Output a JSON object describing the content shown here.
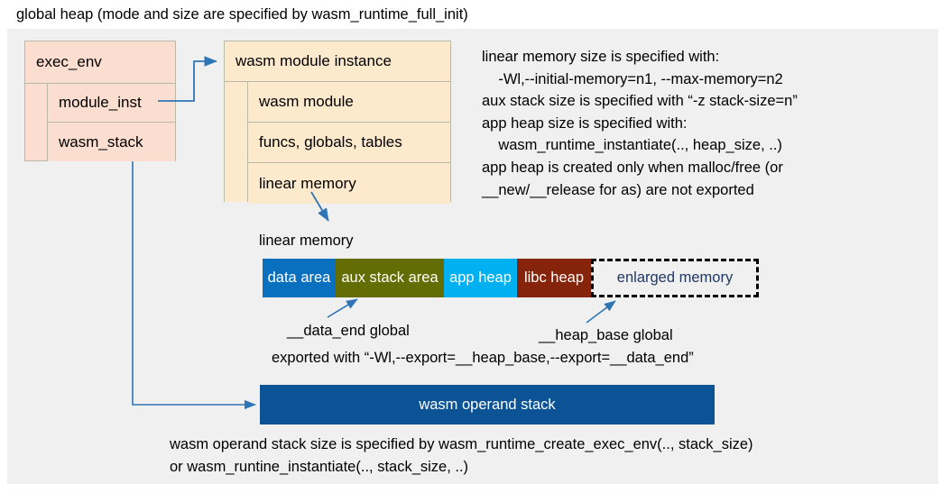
{
  "title": "global heap (mode and size are specified by wasm_runtime_full_init)",
  "colors": {
    "page_background": "#ffffff",
    "panel_background": "#f0f0f0",
    "exec_env_fill": "#fbdecf",
    "wasm_instance_fill": "#fdeacd",
    "box_border": "#b9b9a8",
    "connector": "#2e75b6",
    "data_area": "#0970c0",
    "aux_stack_area": "#646d04",
    "app_heap": "#00b0f0",
    "libc_heap": "#85240a",
    "enlarged_memory_text": "#1f3864",
    "operand_stack": "#0b5394",
    "text": "#000000"
  },
  "exec_env": {
    "header": "exec_env",
    "rows": [
      {
        "label": "module_inst"
      },
      {
        "label": "wasm_stack"
      }
    ]
  },
  "wasm_module_instance": {
    "header": "wasm module instance",
    "rows": [
      {
        "label": "wasm module"
      },
      {
        "label": "funcs, globals, tables"
      },
      {
        "label": "linear memory"
      }
    ]
  },
  "memory_notes": "linear memory size is specified with:\n    -Wl,--initial-memory=n1, --max-memory=n2\naux stack size is specified with “-z stack-size=n”\napp heap size is specified with:\n    wasm_runtime_instantiate(.., heap_size, ..)\napp heap is created only when malloc/free (or\n__new/__release for as) are not exported",
  "linear_memory": {
    "caption": "linear memory",
    "segments": [
      {
        "label": "data area",
        "color": "#0970c0",
        "width": 81,
        "text_color": "#ffffff",
        "dashed": false
      },
      {
        "label": "aux stack area",
        "color": "#646d04",
        "width": 120,
        "text_color": "#ffffff",
        "dashed": false
      },
      {
        "label": "app heap",
        "color": "#00b0f0",
        "width": 81,
        "text_color": "#ffffff",
        "dashed": false
      },
      {
        "label": "libc heap",
        "color": "#85240a",
        "width": 82,
        "text_color": "#ffffff",
        "dashed": false
      },
      {
        "label": "enlarged memory",
        "color": "#f0f0f0",
        "width": 186,
        "text_color": "#1f3864",
        "dashed": true
      }
    ],
    "annotations": {
      "data_end": "__data_end global",
      "heap_base": "__heap_base global",
      "export_note": "exported with “-Wl,--export=__heap_base,--export=__data_end”"
    }
  },
  "operand_stack": {
    "label": "wasm operand stack",
    "notes": "wasm operand stack size is specified by wasm_runtime_create_exec_env(.., stack_size)\nor wasm_runtine_instantiate(.., stack_size, ..)"
  },
  "connectors": [
    {
      "name": "module-inst-to-instance",
      "from": "module_inst",
      "to": "wasm module instance"
    },
    {
      "name": "linear-memory-to-bar",
      "from": "linear memory",
      "to": "linear memory bar"
    },
    {
      "name": "wasm-stack-to-operand",
      "from": "wasm_stack",
      "to": "wasm operand stack"
    },
    {
      "name": "data-end-pointer",
      "from": "__data_end global",
      "to": "data area / aux stack boundary"
    },
    {
      "name": "heap-base-pointer",
      "from": "__heap_base global",
      "to": "app heap / libc heap boundary"
    }
  ]
}
